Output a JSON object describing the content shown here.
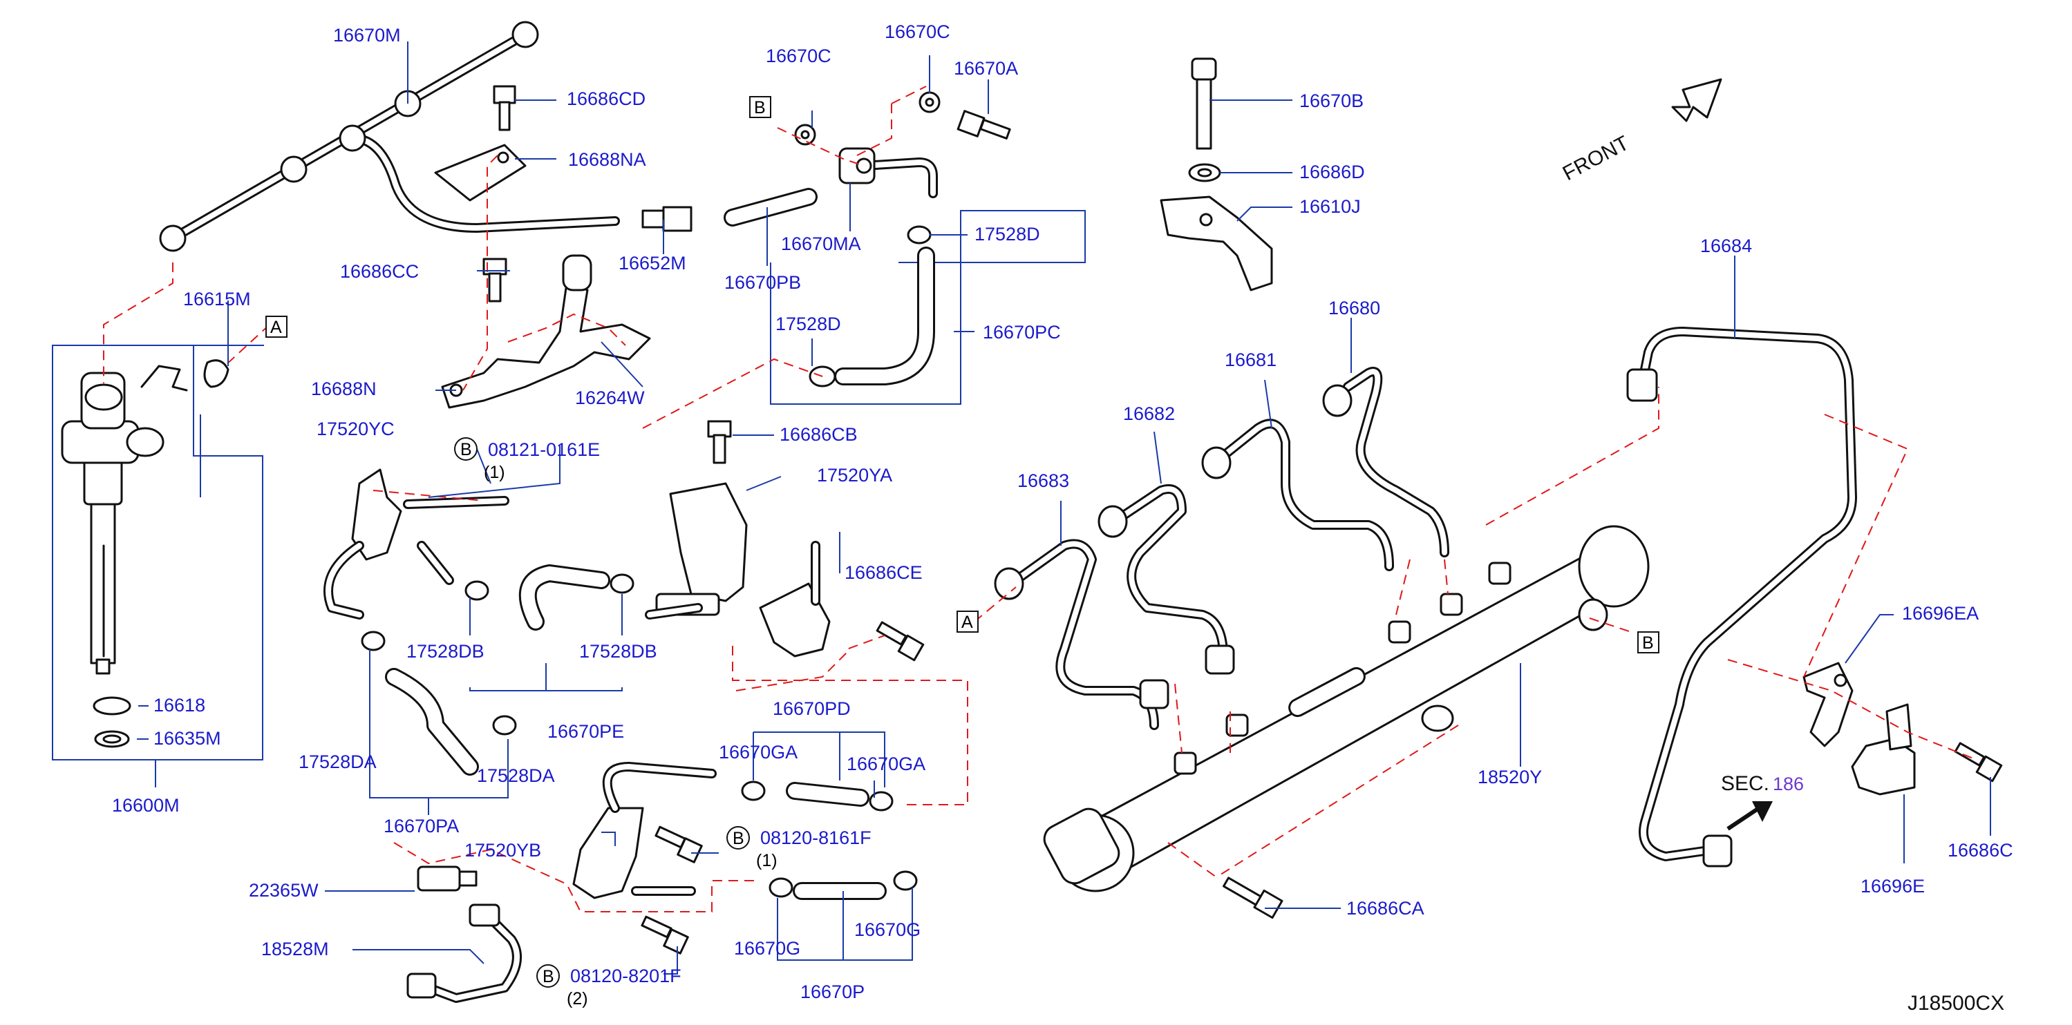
{
  "diagram_id": "J18500CX",
  "front_label": "FRONT",
  "sec_ref": {
    "prefix": "SEC.",
    "number": "186"
  },
  "refs": {
    "a": "A",
    "b": "B"
  },
  "labels": {
    "l16670M": "16670M",
    "l16686CD": "16686CD",
    "l16688NA": "16688NA",
    "l16652M": "16652M",
    "l16686CC": "16686CC",
    "l16615M": "16615M",
    "l16688N": "16688N",
    "l16264W": "16264W",
    "l16670C_a": "16670C",
    "l16670C_b": "16670C",
    "l16670A": "16670A",
    "l16670MA": "16670MA",
    "l16670PB": "16670PB",
    "l17528D_a": "17528D",
    "l17528D_b": "17528D",
    "l16670PC": "16670PC",
    "l16670B": "16670B",
    "l16686D": "16686D",
    "l16610J": "16610J",
    "l16684": "16684",
    "l16680": "16680",
    "l16681": "16681",
    "l16682": "16682",
    "l16683": "16683",
    "l17520YC": "17520YC",
    "l08121": "08121-0161E",
    "l08121_qty": "(1)",
    "l16686CB": "16686CB",
    "l17520YA": "17520YA",
    "l16686CE": "16686CE",
    "l17528DB_a": "17528DB",
    "l17528DB_b": "17528DB",
    "l16670PE": "16670PE",
    "l16618": "16618",
    "l16635M": "16635M",
    "l16600M": "16600M",
    "l17528DA_a": "17528DA",
    "l17528DA_b": "17528DA",
    "l16670PA": "16670PA",
    "l16670PD": "16670PD",
    "l16670GA_a": "16670GA",
    "l16670GA_b": "16670GA",
    "l08120_8161": "08120-8161F",
    "l08120_8161_qty": "(1)",
    "l17520YB": "17520YB",
    "l22365W": "22365W",
    "l18528M": "18528M",
    "l08120_8201": "08120-8201F",
    "l08120_8201_qty": "(2)",
    "l16670G_a": "16670G",
    "l16670G_b": "16670G",
    "l16670P": "16670P",
    "l18520Y": "18520Y",
    "l16686CA": "16686CA",
    "l16696EA": "16696EA",
    "l16686C": "16686C",
    "l16696E": "16696E"
  }
}
